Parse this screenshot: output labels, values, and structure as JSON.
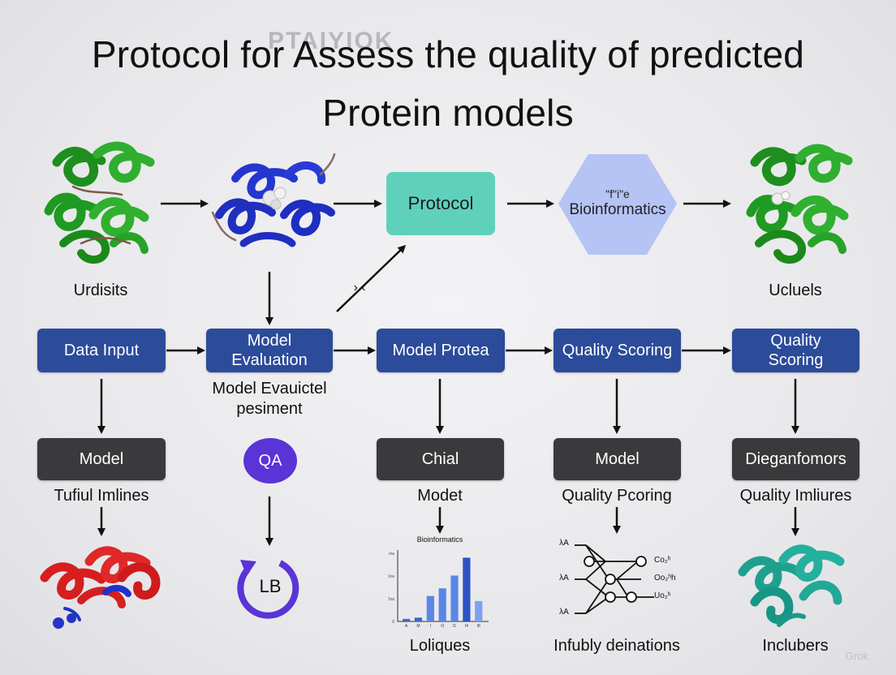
{
  "title": {
    "line1": "Protocol for Assess the quality of predicted",
    "line2": "Protein models",
    "ghost_text": "PTAIYIOK"
  },
  "top_row": {
    "protocol_box": "Protocol",
    "bioinformatics_box": {
      "small_text": "\"f\"i\"e",
      "label": "Bioinformatics"
    },
    "left_label": "Urdisits",
    "right_label": "Ucluels",
    "diag_label": "› ‹"
  },
  "middle_row": {
    "boxes": [
      "Data Input",
      "Model\nEvaluation",
      "Model Protea",
      "Quality Scoring",
      "Quality\nScoring"
    ],
    "under_label": "Model Evauictel\npesiment"
  },
  "lower_row": {
    "boxes": [
      "Model",
      "Chial",
      "Model",
      "Dieganfomors"
    ],
    "qa_circle": "QA",
    "labels": [
      "Tufiul Imlines",
      "Modet",
      "Quality Pcoring",
      "Quality Imliures"
    ]
  },
  "bottom_row": {
    "lb_icon_text": "LB",
    "labels": [
      "Loliques",
      "Infubly deinations",
      "Inclubers"
    ]
  },
  "mini_chart": {
    "title": "Bioinformatics",
    "y_ticks": [
      "rns",
      "1ns",
      "1ns",
      "0"
    ],
    "x_ticks": [
      "A",
      "M",
      "I",
      "O",
      "I1",
      "I4",
      "I8"
    ]
  },
  "network": {
    "left_labels": [
      "λA",
      "λA",
      "λA"
    ],
    "right_labels": [
      "Co₂ʰ",
      "Oo₂ʰh",
      "Uo₂ʰ"
    ]
  },
  "watermark": "Grok",
  "chart_data": {
    "type": "bar",
    "title": "Bioinformatics",
    "categories": [
      "A",
      "M",
      "I",
      "O",
      "I1",
      "I4",
      "I8"
    ],
    "values": [
      2,
      3,
      20,
      26,
      36,
      50,
      16
    ],
    "ylim": [
      0,
      56
    ],
    "colors": [
      "#3f66cf",
      "#3f66cf",
      "#5a86e6",
      "#5a86e6",
      "#5a86e6",
      "#2c52c4",
      "#7da1ef"
    ]
  },
  "colors": {
    "blue_box": "#2c4b9a",
    "dark_box": "#3a3a3c",
    "protocol_box": "#5fd1bb",
    "hexagon": "#b5c3f5",
    "qa_circle": "#5a34d6"
  }
}
